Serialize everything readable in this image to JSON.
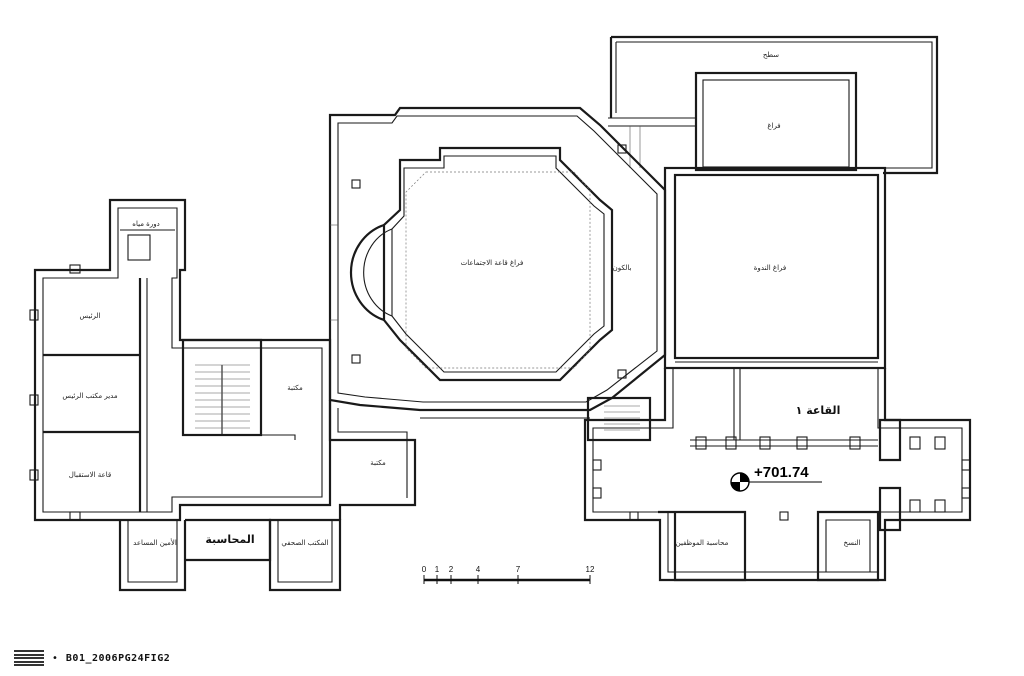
{
  "rooms": {
    "roof": "سطح",
    "void_top": "فراغ",
    "assembly_hall_void": "فراغ قاعة الاجتماعات",
    "balcony": "بالكون",
    "symposium_void": "فراغ الندوة",
    "president": "الرئيس",
    "president_office_manager": "مدير مكتب الرئيس",
    "reception_hall": "قاعة الاستقبال",
    "library_upper": "مكتبة",
    "library_lower": "مكتبة",
    "secretary": "الأمين المساعد",
    "accounting": "المحاسبة",
    "press_office": "المكتب الصحفي",
    "building_wc": "دورة مياه",
    "employees_accounting": "محاسبة الموظفين",
    "copying": "النسخ",
    "hall_one": "القاعة ١"
  },
  "elevation": "+701.74",
  "scale_ticks": [
    "0",
    "1",
    "2",
    "4",
    "7",
    "12"
  ],
  "footer": {
    "bullet": "•",
    "code": "B01_2006PG24FIG2"
  },
  "icons": {
    "footer": "layers-icon",
    "level": "level-marker-icon"
  }
}
